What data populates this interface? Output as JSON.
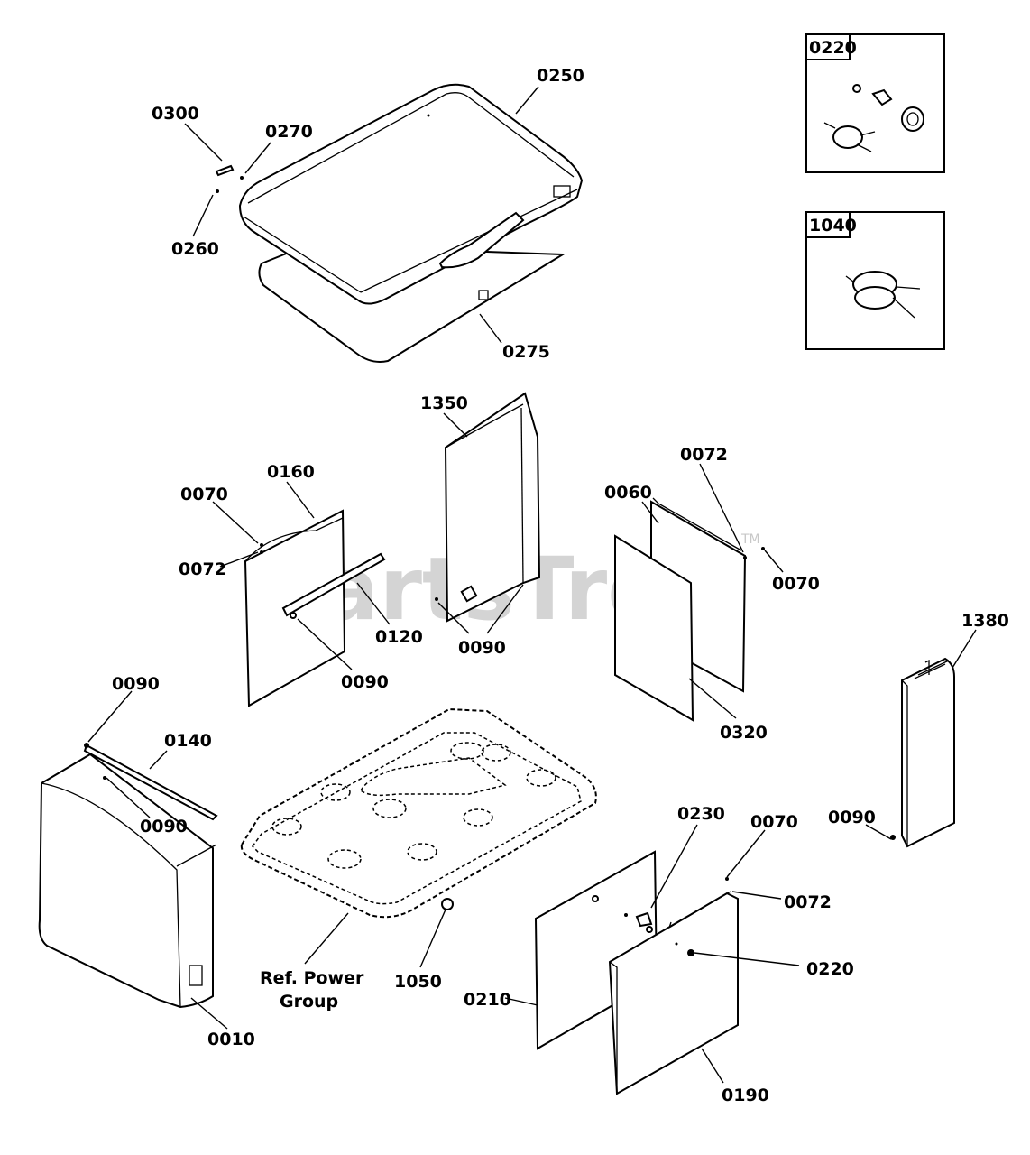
{
  "watermark": {
    "brand": "PartsTree",
    "trademark": "TM"
  },
  "detail_boxes": [
    {
      "id": "0220"
    },
    {
      "id": "1040"
    }
  ],
  "callouts": [
    {
      "key": "c0300a",
      "text": "0300"
    },
    {
      "key": "c0270",
      "text": "0270"
    },
    {
      "key": "c0250",
      "text": "0250"
    },
    {
      "key": "c0260",
      "text": "0260"
    },
    {
      "key": "c0275",
      "text": "0275"
    },
    {
      "key": "c1350",
      "text": "1350"
    },
    {
      "key": "c0160",
      "text": "0160"
    },
    {
      "key": "c0070a",
      "text": "0070"
    },
    {
      "key": "c0072a",
      "text": "0072"
    },
    {
      "key": "c0120",
      "text": "0120"
    },
    {
      "key": "c0090a",
      "text": "0090"
    },
    {
      "key": "c0090b",
      "text": "0090"
    },
    {
      "key": "c0072b",
      "text": "0072"
    },
    {
      "key": "c0060",
      "text": "0060"
    },
    {
      "key": "c0070b",
      "text": "0070"
    },
    {
      "key": "c0320",
      "text": "0320"
    },
    {
      "key": "c1380",
      "text": "1380"
    },
    {
      "key": "c0090c",
      "text": "0090"
    },
    {
      "key": "c0140",
      "text": "0140"
    },
    {
      "key": "c0090d",
      "text": "0090"
    },
    {
      "key": "c0090e",
      "text": "0090"
    },
    {
      "key": "c0010",
      "text": "0010"
    },
    {
      "key": "cref1",
      "text": "Ref. Power"
    },
    {
      "key": "cref2",
      "text": "Group"
    },
    {
      "key": "c1050",
      "text": "1050"
    },
    {
      "key": "c0230",
      "text": "0230"
    },
    {
      "key": "c0070c",
      "text": "0070"
    },
    {
      "key": "c0072c",
      "text": "0072"
    },
    {
      "key": "c0220",
      "text": "0220"
    },
    {
      "key": "c0210",
      "text": "0210"
    },
    {
      "key": "c0190",
      "text": "0190"
    }
  ]
}
